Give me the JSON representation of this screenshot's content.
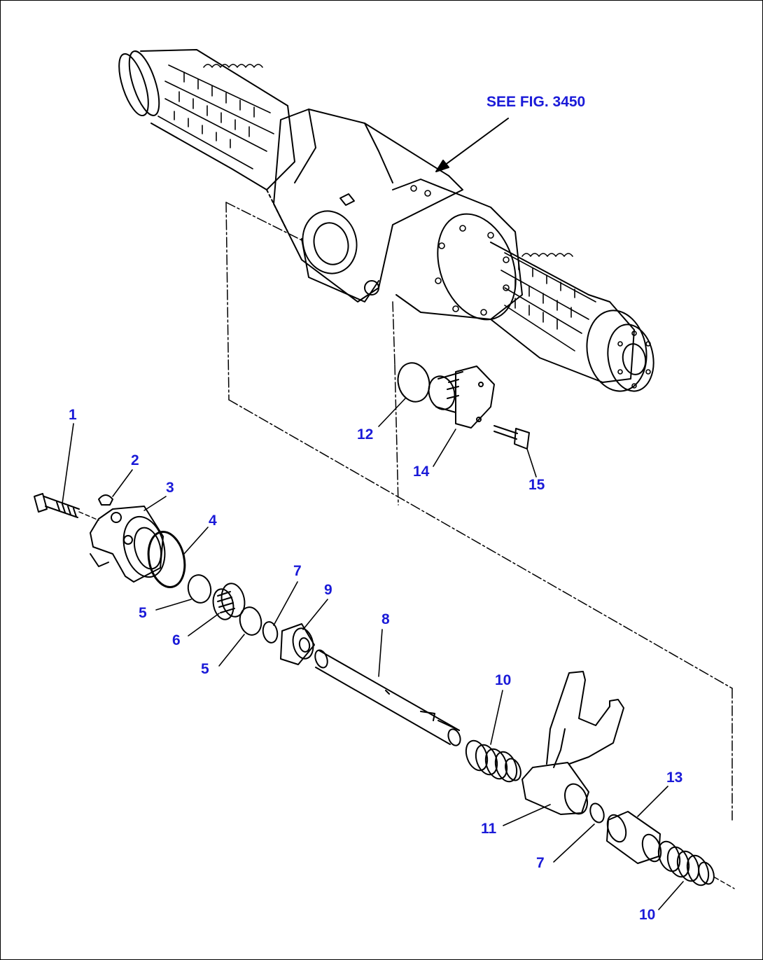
{
  "reference": {
    "text": "SEE FIG. 3450"
  },
  "callouts": [
    {
      "id": "c1",
      "label": "1"
    },
    {
      "id": "c2",
      "label": "2"
    },
    {
      "id": "c3",
      "label": "3"
    },
    {
      "id": "c4",
      "label": "4"
    },
    {
      "id": "c5a",
      "label": "5"
    },
    {
      "id": "c6",
      "label": "6"
    },
    {
      "id": "c5b",
      "label": "5"
    },
    {
      "id": "c7a",
      "label": "7"
    },
    {
      "id": "c9",
      "label": "9"
    },
    {
      "id": "c8",
      "label": "8"
    },
    {
      "id": "c10a",
      "label": "10"
    },
    {
      "id": "c11",
      "label": "11"
    },
    {
      "id": "c7b",
      "label": "7"
    },
    {
      "id": "c13",
      "label": "13"
    },
    {
      "id": "c10b",
      "label": "10"
    },
    {
      "id": "c12",
      "label": "12"
    },
    {
      "id": "c14",
      "label": "14"
    },
    {
      "id": "c15",
      "label": "15"
    }
  ],
  "colors": {
    "label": "#1a1ad8",
    "line": "#000000",
    "background": "#ffffff"
  }
}
